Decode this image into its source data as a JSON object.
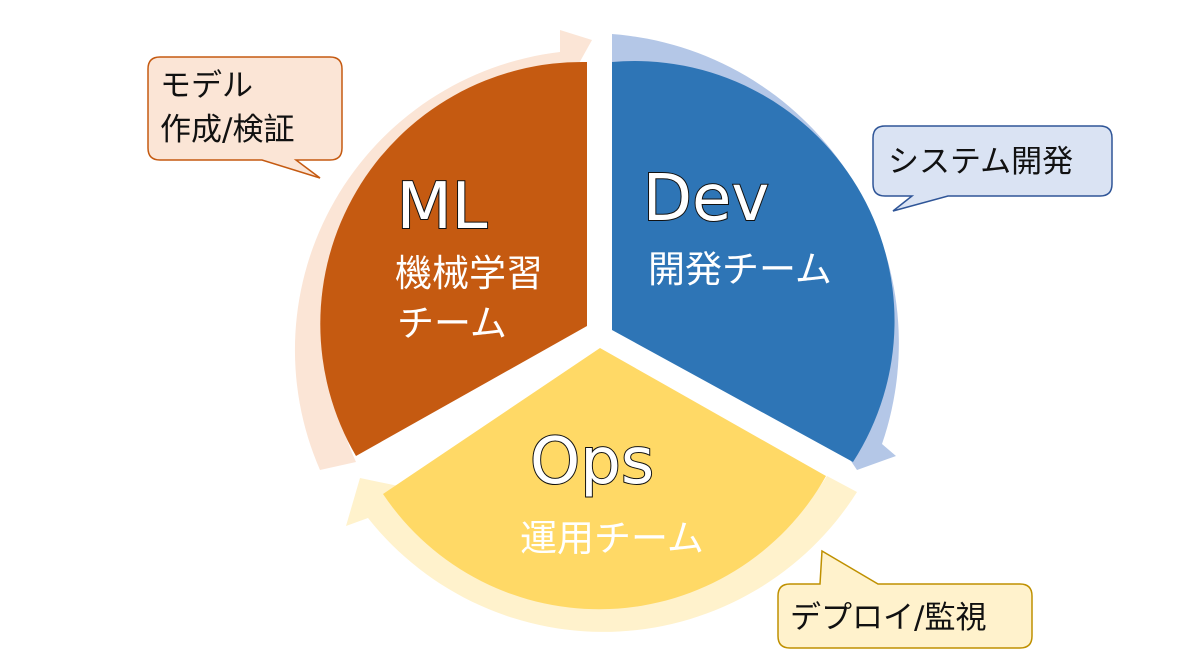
{
  "segments": {
    "ml": {
      "title": "ML",
      "subtitle_lines": [
        "機械学習",
        "チーム"
      ],
      "color": "#C55A11",
      "arrow_color": "#FBE5D6"
    },
    "dev": {
      "title": "Dev",
      "subtitle_lines": [
        "開発チーム"
      ],
      "color": "#2E75B6",
      "arrow_color": "#B4C7E7"
    },
    "ops": {
      "title": "Ops",
      "subtitle_lines": [
        "運用チーム"
      ],
      "color": "#FFD966",
      "arrow_color": "#FFF2CC"
    }
  },
  "callouts": {
    "ml": {
      "lines": [
        "モデル",
        "作成/検証"
      ],
      "fill": "#FBE5D6",
      "stroke": "#C55A11"
    },
    "dev": {
      "lines": [
        "システム開発"
      ],
      "fill": "#DAE3F3",
      "stroke": "#2F5597"
    },
    "ops": {
      "lines": [
        "デプロイ/監視"
      ],
      "fill": "#FFF2CC",
      "stroke": "#BF9000"
    }
  }
}
